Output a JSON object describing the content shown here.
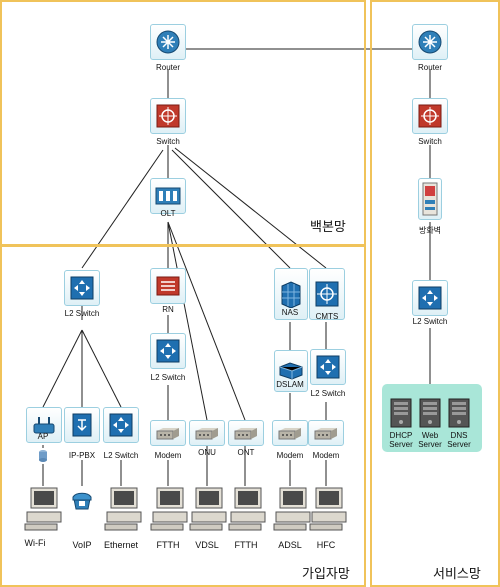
{
  "zones": {
    "backbone": "백본망",
    "subscriber": "가입자망",
    "service": "서비스망"
  },
  "nodes": {
    "router_main": "Router",
    "switch_main": "Switch",
    "olt": "OLT",
    "router_svc": "Router",
    "switch_svc": "Switch",
    "firewall": "방화벽",
    "l2switch_svc": "L2 Switch",
    "l2switch_a": "L2 Switch",
    "rn": "RN",
    "l2switch_rn": "L2 Switch",
    "nas": "NAS",
    "cmts": "CMTS",
    "dslam": "DSLAM",
    "l2switch_cmts": "L2 Switch",
    "ap": "AP",
    "ippbx": "IP-PBX",
    "l2switch_eth": "L2 Switch",
    "modem_ftth": "Modem",
    "onu": "ONU",
    "ont": "ONT",
    "modem_adsl": "Modem",
    "modem_hfc": "Modem"
  },
  "servers": [
    "DHCP Server",
    "Web Server",
    "DNS Server"
  ],
  "pc_labels": [
    "Wi-Fi",
    "VoIP",
    "Ethernet",
    "FTTH",
    "VDSL",
    "FTTH",
    "ADSL",
    "HFC"
  ],
  "colors": {
    "zone_border": "#f0c35a",
    "server_panel": "#a9e6d8",
    "router": "#2f7fb8",
    "switch": "#c0392b",
    "l2switch": "#1f6fb0",
    "modem": "#b8b4a8"
  }
}
